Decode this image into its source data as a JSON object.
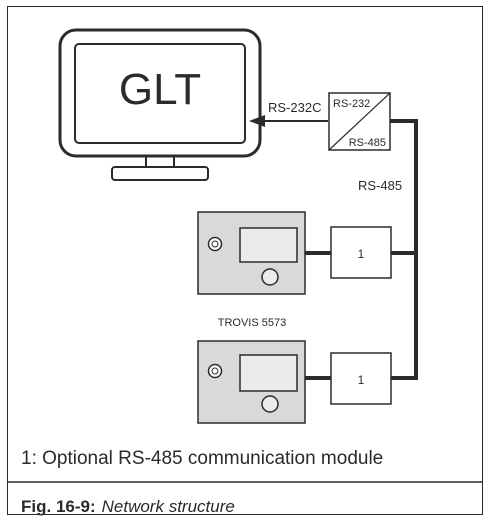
{
  "diagram": {
    "monitor_label": "GLT",
    "link_label": "RS-232C",
    "converter_top_label": "RS-232",
    "converter_bottom_label": "RS-485",
    "bus_label": "RS-485",
    "module_label_1": "1",
    "module_label_2": "1",
    "device_label": "TROVIS 5573"
  },
  "legend": {
    "text": "1: Optional RS-485 communication module"
  },
  "caption": {
    "figure_number": "Fig. 16-9:",
    "title": "Network structure"
  },
  "colors": {
    "stroke": "#2b2b2b",
    "device_fill": "#d9d9d9",
    "panel_fill": "#ebebeb"
  }
}
